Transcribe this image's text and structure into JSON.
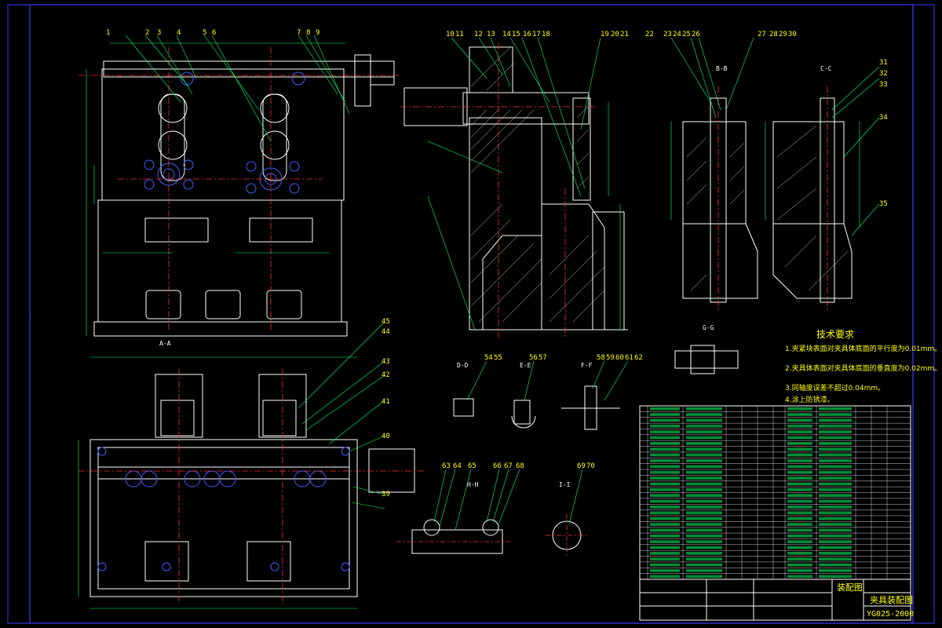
{
  "drawing": {
    "tech_requirements": {
      "title": "技术要求",
      "items": [
        "1.夹紧块表面对夹具体底面的平行度为0.01mm。",
        "2.夹具体表面对夹具体底面的垂直度为0.02mm。",
        "3.同轴度误差不超过0.04mm。",
        "4.涂上防锈漆。"
      ]
    },
    "title_block": {
      "drawing_type": "装配图",
      "name": "夹具装配图",
      "number": "YG025-2000"
    },
    "section_labels": [
      "B-B",
      "C-C",
      "G-G",
      "D-D",
      "E-E",
      "F-F",
      "H-H",
      "I-I",
      "A-A"
    ],
    "callouts_main_top": [
      "1",
      "2",
      "3",
      "4",
      "5",
      "6",
      "7",
      "8",
      "9"
    ],
    "callouts_mid_top": [
      "10",
      "11",
      "12",
      "13",
      "14",
      "15",
      "16",
      "17",
      "18",
      "19",
      "20",
      "21"
    ],
    "callouts_right_top": [
      "22",
      "23",
      "24",
      "25",
      "26",
      "27",
      "28",
      "29",
      "30",
      "31",
      "32",
      "33",
      "34",
      "35"
    ],
    "callouts_bottom_left": [
      "39",
      "40",
      "41",
      "42",
      "43",
      "44",
      "45"
    ],
    "callouts_detail": [
      "54",
      "55",
      "56",
      "57",
      "58",
      "59",
      "60",
      "61",
      "62",
      "63",
      "64",
      "65",
      "66",
      "67",
      "68",
      "69",
      "70"
    ]
  },
  "colors": {
    "background": "#000000",
    "frame": "#3a3aff",
    "outline": "#ffffff",
    "dimension": "#00ff66",
    "centerline": "#ff3030",
    "leader": "#00ff66",
    "text": "#ffff00",
    "hatch": "#ffffff"
  }
}
